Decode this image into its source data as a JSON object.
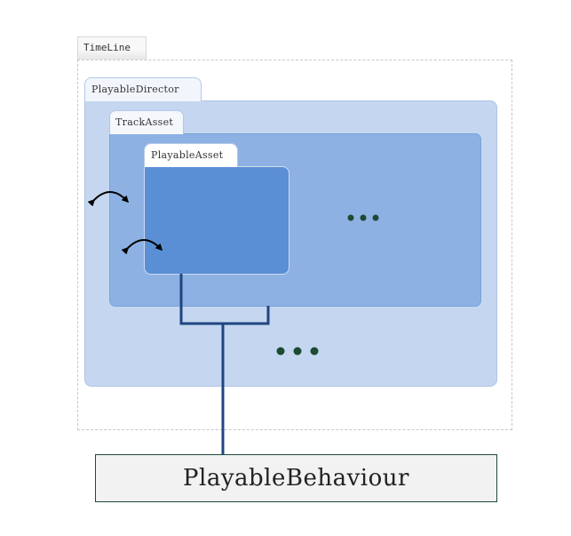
{
  "diagram": {
    "timeline": {
      "label": "TimeLine"
    },
    "playable_director": {
      "label": "PlayableDirector"
    },
    "track_asset": {
      "label": "TrackAsset"
    },
    "playable_asset": {
      "label": "PlayableAsset"
    },
    "playable_behaviour": {
      "label": "PlayableBehaviour"
    }
  },
  "colors": {
    "director_fill": "#c5d7f0",
    "track_fill": "#8db1e3",
    "playable_asset_fill": "#5a8fd6",
    "connector": "#1f4680",
    "ellipsis_dots": "#1d4a32",
    "arrow": "#000000"
  },
  "icons": [
    "curved-double-arrow-icon",
    "ellipsis-icon"
  ]
}
